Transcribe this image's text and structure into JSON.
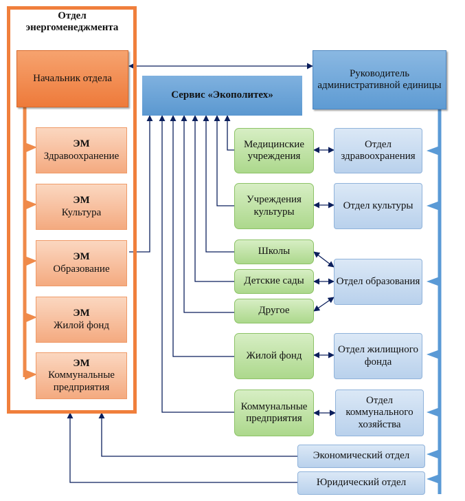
{
  "department": {
    "title": "Отдел энергоменеджмента",
    "head": "Начальник отдела",
    "em_items": [
      {
        "abbr": "ЭМ",
        "label": "Здравоохранение"
      },
      {
        "abbr": "ЭМ",
        "label": "Культура"
      },
      {
        "abbr": "ЭМ",
        "label": "Образование"
      },
      {
        "abbr": "ЭМ",
        "label": "Жилой фонд"
      },
      {
        "abbr": "ЭМ",
        "label": "Коммунальные предприятия"
      }
    ]
  },
  "service": "Сервис «Экополитех»",
  "admin_head": "Руководитель административной единицы",
  "institutions": [
    "Медицинские учреждения",
    "Учреждения культуры",
    "Школы",
    "Детские сады",
    "Другое",
    "Жилой фонд",
    "Коммунальные предприятия"
  ],
  "departments": [
    "Отдел здравоохранения",
    "Отдел культуры",
    "Отдел образования",
    "Отдел жилищного фонда",
    "Отдел коммунального хозяйства",
    "Экономический отдел",
    "Юридический отдел"
  ],
  "colors": {
    "orange_frame": "#f07f3c",
    "orange_line": "#ef8a4a",
    "blue_line": "#5a9ad6",
    "arrow_dark": "#0b1f5c"
  }
}
